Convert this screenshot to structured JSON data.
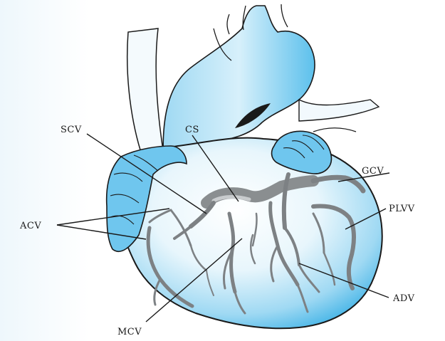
{
  "labels": {
    "scv": "SCV",
    "cs": "CS",
    "gcv": "GCV",
    "plvv": "PLVV",
    "acv": "ACV",
    "adv": "ADV",
    "mcv": "MCV"
  },
  "colors": {
    "heart_fill": "#bfe6f7",
    "heart_edge": "#3fb2e6",
    "vessel": "#7d8184",
    "outline": "#1a1a1a",
    "background": "#ffffff"
  }
}
